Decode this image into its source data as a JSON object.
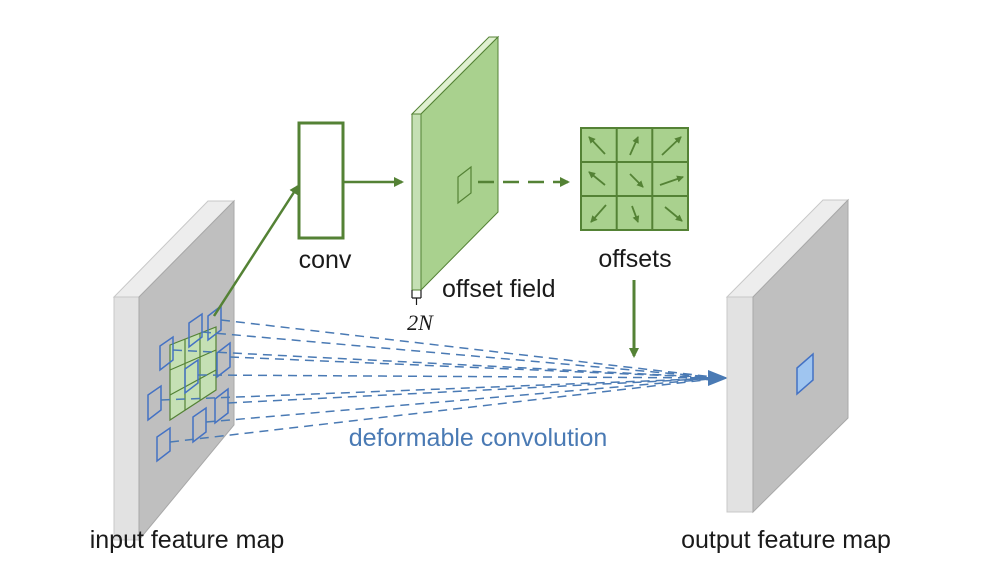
{
  "labels": {
    "conv": "conv",
    "offset_field": "offset field",
    "offsets": "offsets",
    "two_n": "2N",
    "deformable_convolution": "deformable convolution",
    "input_feature_map": "input feature map",
    "output_feature_map": "output feature map"
  },
  "colors": {
    "green_dark": "#548235",
    "green_fill": "#a9d18e",
    "green_light": "#c5e0b4",
    "blue_stroke": "#4472c4",
    "blue_dash": "#4a7ab4",
    "blue_fill": "#9fc5f0",
    "gray_front": "#bfbfbf",
    "gray_side": "#e0e0e0"
  }
}
